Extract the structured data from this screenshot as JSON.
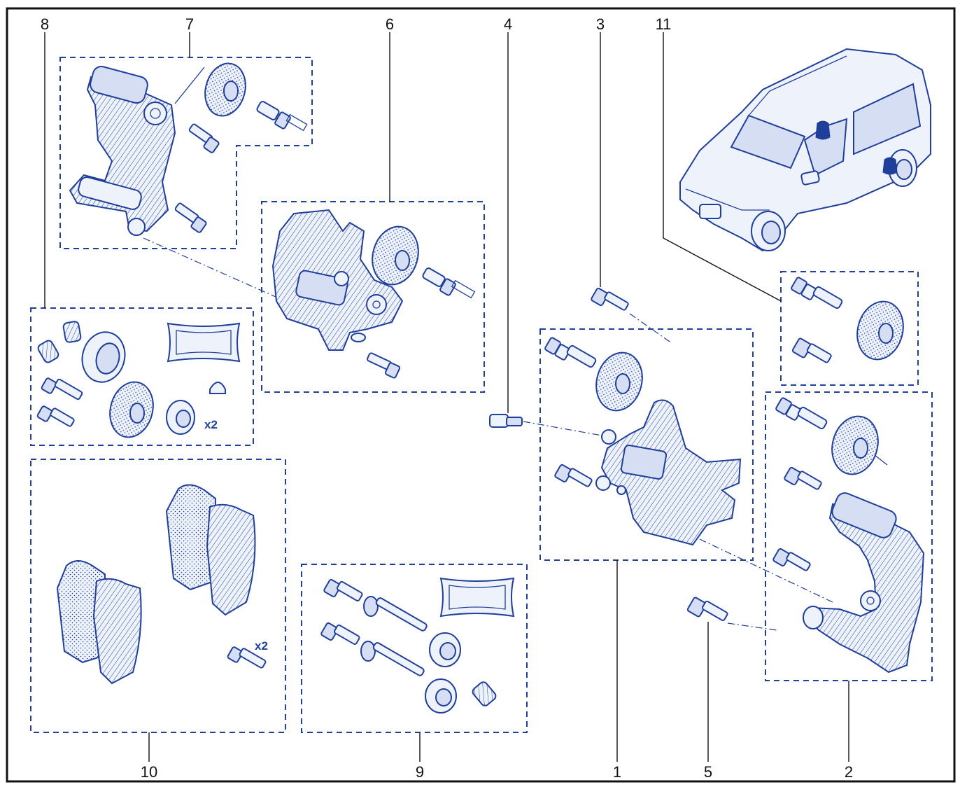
{
  "diagram": {
    "callouts": [
      {
        "id": "1",
        "label": "1"
      },
      {
        "id": "2",
        "label": "2"
      },
      {
        "id": "3",
        "label": "3"
      },
      {
        "id": "4",
        "label": "4"
      },
      {
        "id": "5",
        "label": "5"
      },
      {
        "id": "6",
        "label": "6"
      },
      {
        "id": "7",
        "label": "7"
      },
      {
        "id": "8",
        "label": "8"
      },
      {
        "id": "9",
        "label": "9"
      },
      {
        "id": "10",
        "label": "10"
      },
      {
        "id": "11",
        "label": "11"
      }
    ],
    "quantities": {
      "kit8": "x2",
      "kit10": "x2"
    },
    "colors": {
      "line": "#1f3f9a",
      "frame": "#111111"
    }
  }
}
